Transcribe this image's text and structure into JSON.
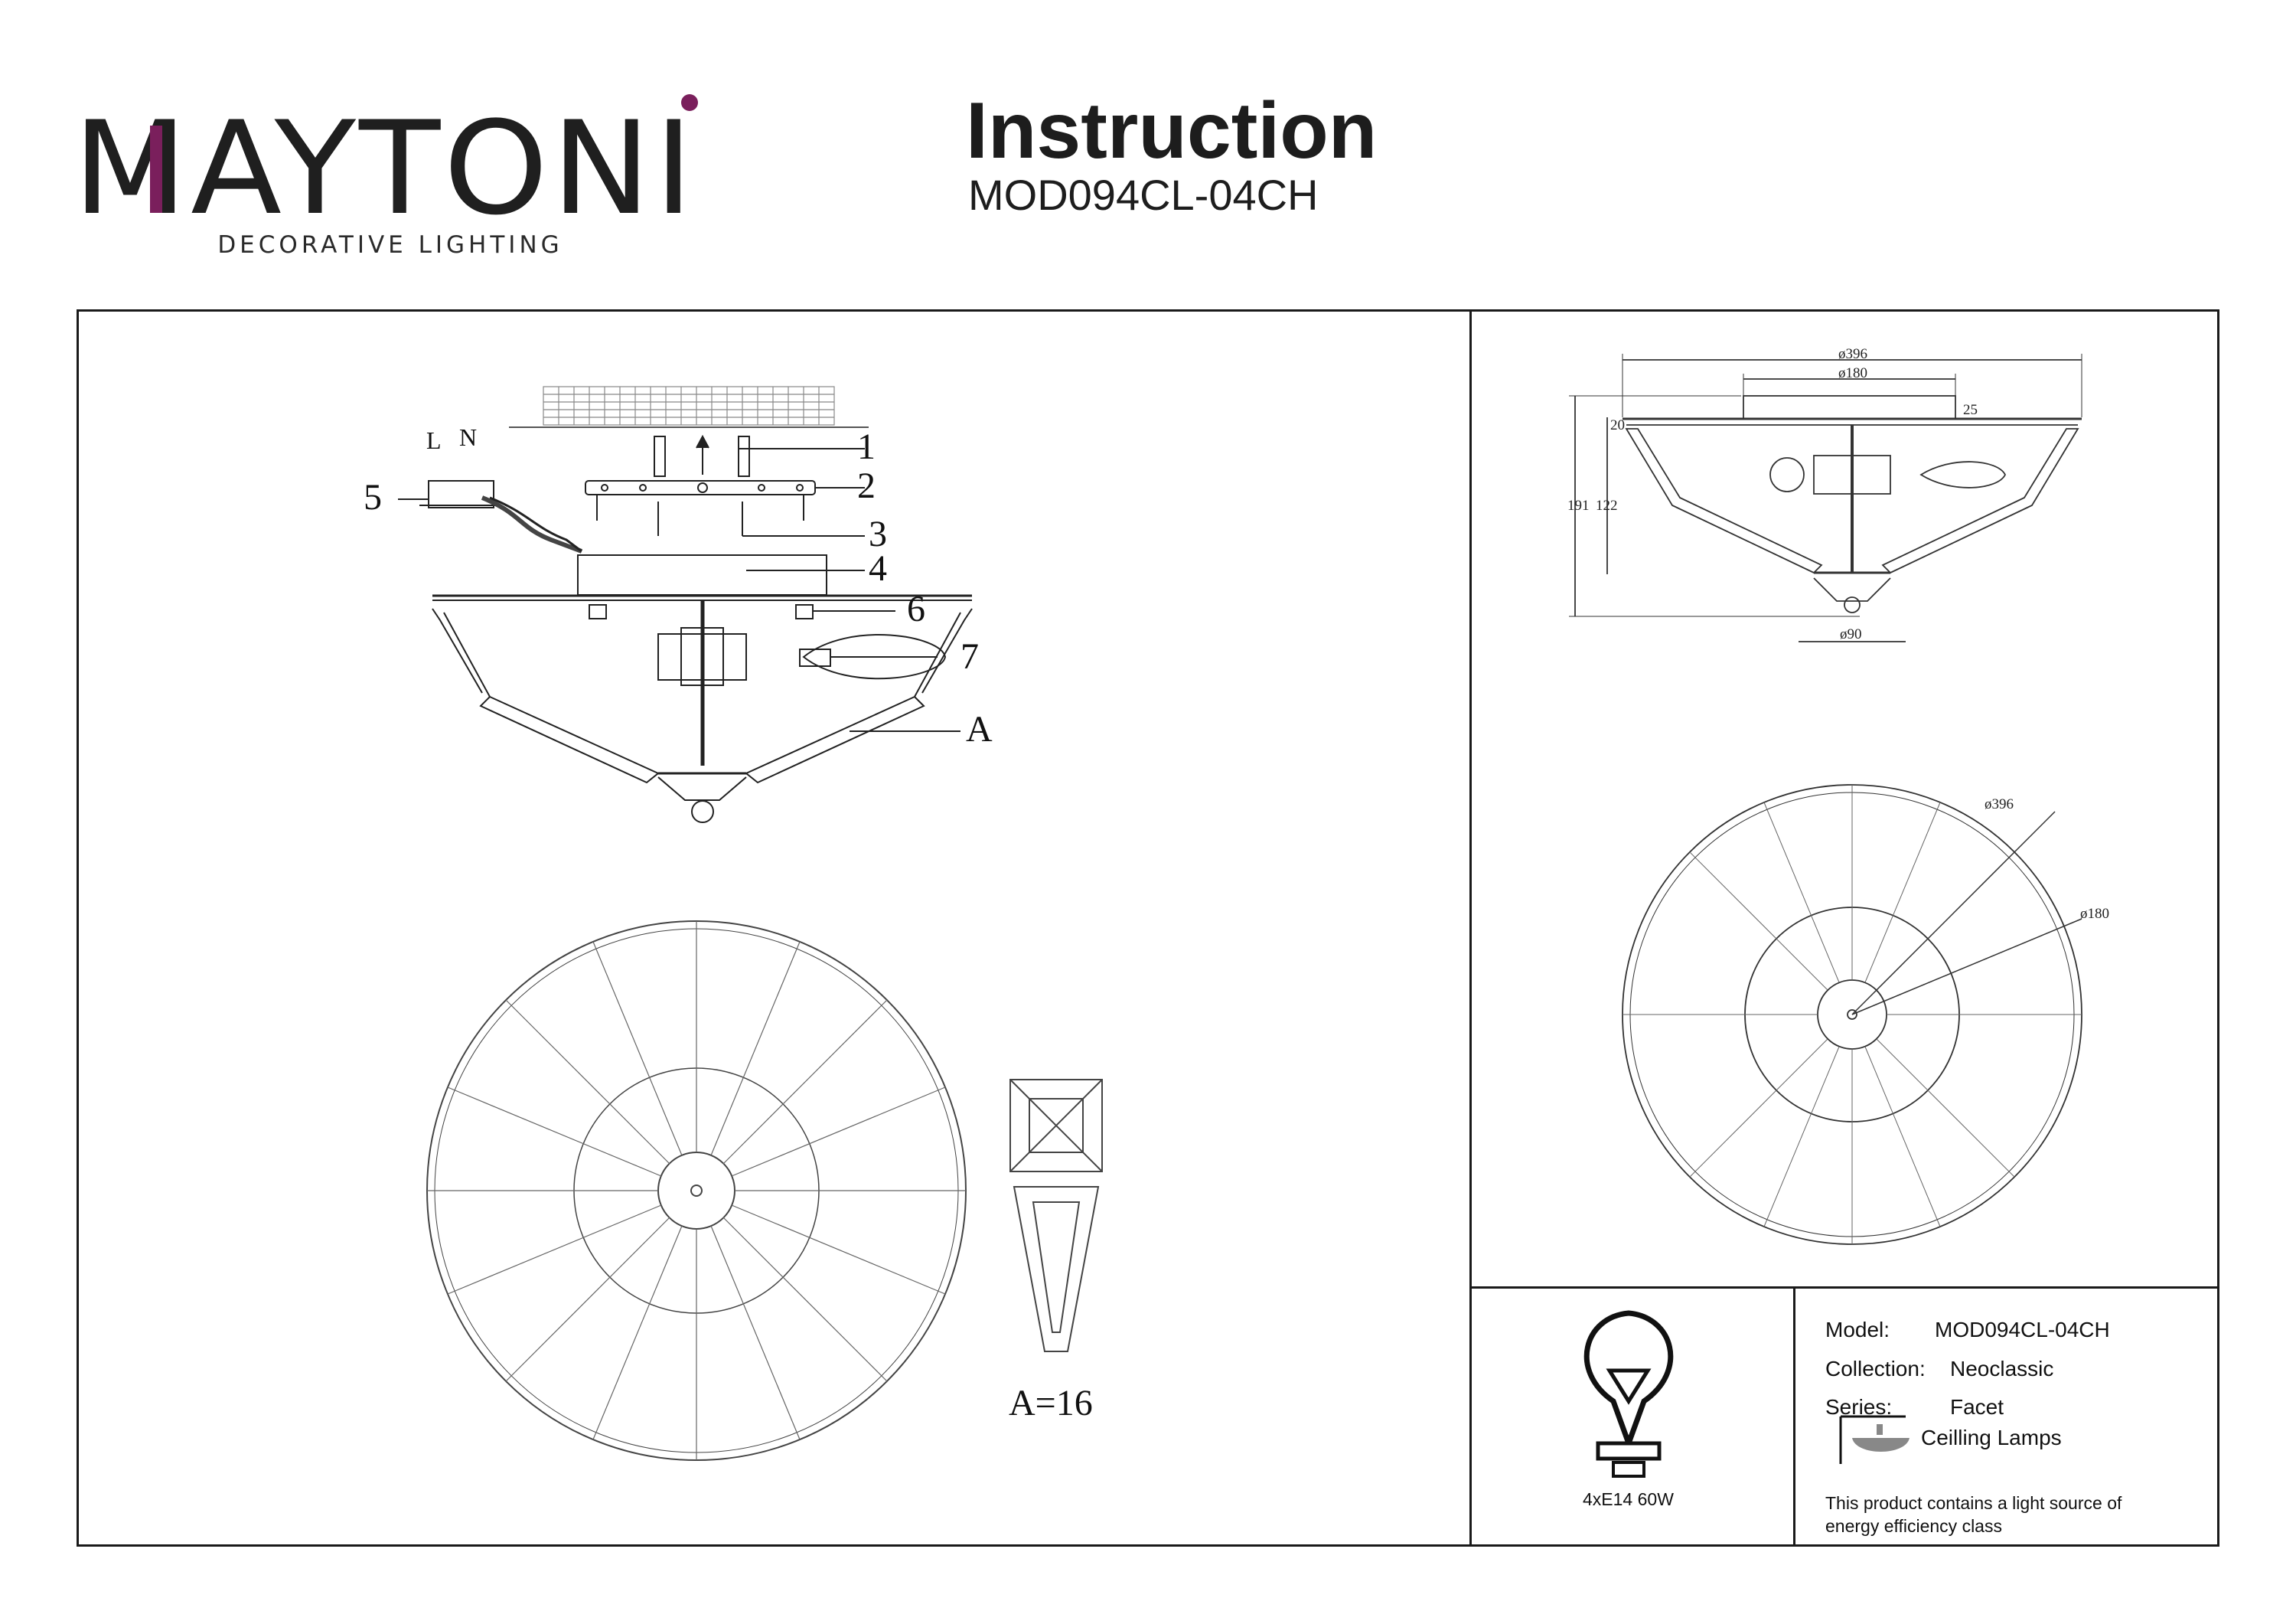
{
  "header": {
    "brand": "MAYTONI",
    "brand_sub": "DECORATIVE LIGHTING",
    "title": "Instruction",
    "model": "MOD094CL-04CH",
    "brand_accent": "#7a1f5c"
  },
  "assembly": {
    "callouts": [
      "1",
      "2",
      "3",
      "4",
      "5",
      "6",
      "7",
      "A"
    ],
    "wiring_labels": {
      "live": "L",
      "neutral": "N"
    },
    "part_count": "A=16"
  },
  "dimensions": {
    "outer_diameter": "ø396",
    "plate_diameter": "ø180",
    "canopy_height": "25",
    "rim_height": "20",
    "total_height": "191",
    "body_height": "122",
    "bottom_diameter": "ø90",
    "top_view_outer": "ø396",
    "top_view_inner": "ø180"
  },
  "lamp": {
    "icon": "light-bulb-icon",
    "spec": "4xE14 60W"
  },
  "info": {
    "model_label": "Model:",
    "model_value": "MOD094CL-04CH",
    "collection_label": "Collection:",
    "collection_value": "Neoclassic",
    "series_label": "Series:",
    "series_value": "Facet",
    "type_icon": "ceiling-lamp-icon",
    "type_value": "Ceilling Lamps",
    "energy_note_1": "This product contains a light source of",
    "energy_note_2": "energy efficiency class"
  }
}
